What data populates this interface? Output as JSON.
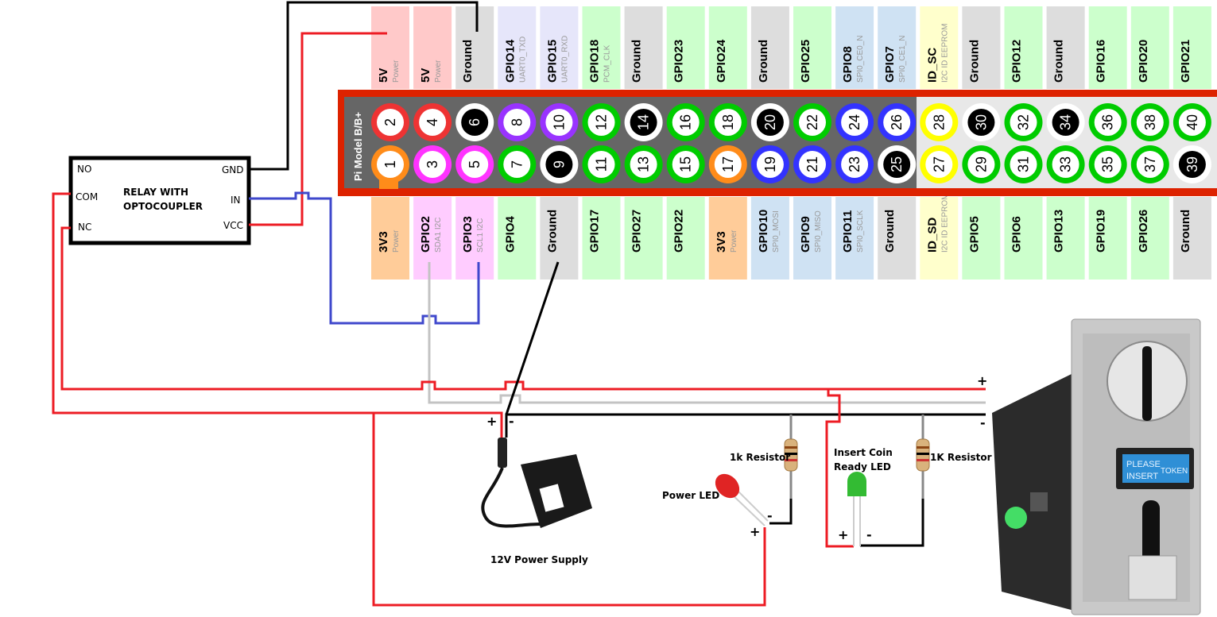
{
  "header": {
    "model_label": "Pi Model B/B+",
    "top_pins": [
      {
        "pin": "2",
        "name": "5V",
        "sub": "Power",
        "type": "power5"
      },
      {
        "pin": "4",
        "name": "5V",
        "sub": "Power",
        "type": "power5"
      },
      {
        "pin": "6",
        "name": "Ground",
        "sub": "",
        "type": "ground"
      },
      {
        "pin": "8",
        "name": "GPIO14",
        "sub": "UART0_TXD",
        "type": "uart"
      },
      {
        "pin": "10",
        "name": "GPIO15",
        "sub": "UART0_RXD",
        "type": "uart"
      },
      {
        "pin": "12",
        "name": "GPIO18",
        "sub": "PCM_CLK",
        "type": "gpio"
      },
      {
        "pin": "14",
        "name": "Ground",
        "sub": "",
        "type": "ground"
      },
      {
        "pin": "16",
        "name": "GPIO23",
        "sub": "",
        "type": "gpio"
      },
      {
        "pin": "18",
        "name": "GPIO24",
        "sub": "",
        "type": "gpio"
      },
      {
        "pin": "20",
        "name": "Ground",
        "sub": "",
        "type": "ground"
      },
      {
        "pin": "22",
        "name": "GPIO25",
        "sub": "",
        "type": "gpio"
      },
      {
        "pin": "24",
        "name": "GPIO8",
        "sub": "SPI0_CE0_N",
        "type": "spi"
      },
      {
        "pin": "26",
        "name": "GPIO7",
        "sub": "SPI0_CE1_N",
        "type": "spi"
      },
      {
        "pin": "28",
        "name": "ID_SC",
        "sub": "I2C ID EEPROM",
        "type": "eeprom"
      },
      {
        "pin": "30",
        "name": "Ground",
        "sub": "",
        "type": "ground"
      },
      {
        "pin": "32",
        "name": "GPIO12",
        "sub": "",
        "type": "gpio"
      },
      {
        "pin": "34",
        "name": "Ground",
        "sub": "",
        "type": "ground"
      },
      {
        "pin": "36",
        "name": "GPIO16",
        "sub": "",
        "type": "gpio"
      },
      {
        "pin": "38",
        "name": "GPIO20",
        "sub": "",
        "type": "gpio"
      },
      {
        "pin": "40",
        "name": "GPIO21",
        "sub": "",
        "type": "gpio"
      }
    ],
    "bottom_pins": [
      {
        "pin": "1",
        "name": "3V3",
        "sub": "Power",
        "type": "power3"
      },
      {
        "pin": "3",
        "name": "GPIO2",
        "sub": "SDA1 I2C",
        "type": "i2c"
      },
      {
        "pin": "5",
        "name": "GPIO3",
        "sub": "SCL1 I2C",
        "type": "i2c"
      },
      {
        "pin": "7",
        "name": "GPIO4",
        "sub": "",
        "type": "gpio"
      },
      {
        "pin": "9",
        "name": "Ground",
        "sub": "",
        "type": "ground"
      },
      {
        "pin": "11",
        "name": "GPIO17",
        "sub": "",
        "type": "gpio"
      },
      {
        "pin": "13",
        "name": "GPIO27",
        "sub": "",
        "type": "gpio"
      },
      {
        "pin": "15",
        "name": "GPIO22",
        "sub": "",
        "type": "gpio"
      },
      {
        "pin": "17",
        "name": "3V3",
        "sub": "Power",
        "type": "power3"
      },
      {
        "pin": "19",
        "name": "GPIO10",
        "sub": "SPI0_MOSI",
        "type": "spi"
      },
      {
        "pin": "21",
        "name": "GPIO9",
        "sub": "SPI0_MISO",
        "type": "spi"
      },
      {
        "pin": "23",
        "name": "GPIO11",
        "sub": "SPI0_SCLK",
        "type": "spi"
      },
      {
        "pin": "25",
        "name": "Ground",
        "sub": "",
        "type": "ground"
      },
      {
        "pin": "27",
        "name": "ID_SD",
        "sub": "I2C ID EEPROM",
        "type": "eeprom"
      },
      {
        "pin": "29",
        "name": "GPIO5",
        "sub": "",
        "type": "gpio"
      },
      {
        "pin": "31",
        "name": "GPIO6",
        "sub": "",
        "type": "gpio"
      },
      {
        "pin": "33",
        "name": "GPIO13",
        "sub": "",
        "type": "gpio"
      },
      {
        "pin": "35",
        "name": "GPIO19",
        "sub": "",
        "type": "gpio"
      },
      {
        "pin": "37",
        "name": "GPIO26",
        "sub": "",
        "type": "gpio"
      },
      {
        "pin": "39",
        "name": "Ground",
        "sub": "",
        "type": "ground"
      }
    ]
  },
  "pin_colors": {
    "power5": {
      "bg": "#ffc9c9",
      "ring": "#ee3333"
    },
    "power3": {
      "bg": "#ffcc99",
      "ring": "#ff8c1a"
    },
    "ground": {
      "bg": "#dddddd",
      "ring": "#ffffff"
    },
    "uart": {
      "bg": "#e6e6fa",
      "ring": "#9933ff"
    },
    "gpio": {
      "bg": "#ccffcc",
      "ring": "#00cc00"
    },
    "spi": {
      "bg": "#cfe2f3",
      "ring": "#3333ff"
    },
    "i2c": {
      "bg": "#ffccff",
      "ring": "#ff33ff"
    },
    "eeprom": {
      "bg": "#ffffcc",
      "ring": "#ffff00"
    }
  },
  "relay": {
    "title_line1": "RELAY WITH",
    "title_line2": "OPTOCOUPLER",
    "pins_left": [
      "NO",
      "COM",
      "NC"
    ],
    "pins_right": [
      "GND",
      "IN",
      "VCC"
    ]
  },
  "components": {
    "power_supply_label": "12V Power Supply",
    "power_led_label": "Power LED",
    "resistor1_label": "1k Resistor",
    "insert_coin_label_line1": "Insert Coin",
    "insert_coin_label_line2": "Ready LED",
    "resistor2_label": "1K Resistor",
    "coin_display_line1": "PLEASE",
    "coin_display_line2": "INSERT",
    "coin_display_word": "TOKEN"
  },
  "signs": {
    "plus": "+",
    "minus": "-"
  },
  "wire_colors": {
    "red": "#ed1c24",
    "black": "#000000",
    "blue": "#3f48cc",
    "gray": "#c3c3c3"
  }
}
